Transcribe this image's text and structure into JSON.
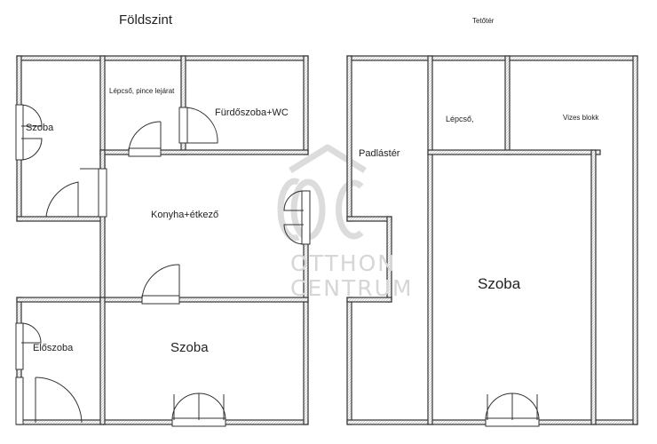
{
  "titles": {
    "ground": "Földszint",
    "attic": "Tetőtér"
  },
  "rooms": {
    "szoba_small": "Szoba",
    "lepcso_pince": "Lépcső, pince lejárat",
    "furdoszoba": "Fürdőszoba+WC",
    "konyha": "Konyha+étkező",
    "eloszoba": "Előszoba",
    "szoba_ground": "Szoba",
    "padlaster": "Padlástér",
    "lepcso_attic": "Lépcső,",
    "vizes_blokk": "Vizes blokk",
    "szoba_attic": "Szoba"
  },
  "watermark": {
    "logo": "OC",
    "line1": "OTTHON",
    "line2": "CENTRUM"
  },
  "colors": {
    "wall": "#333333",
    "wall_fill": "#f2f2f2",
    "watermark": "#d6d6d6"
  }
}
